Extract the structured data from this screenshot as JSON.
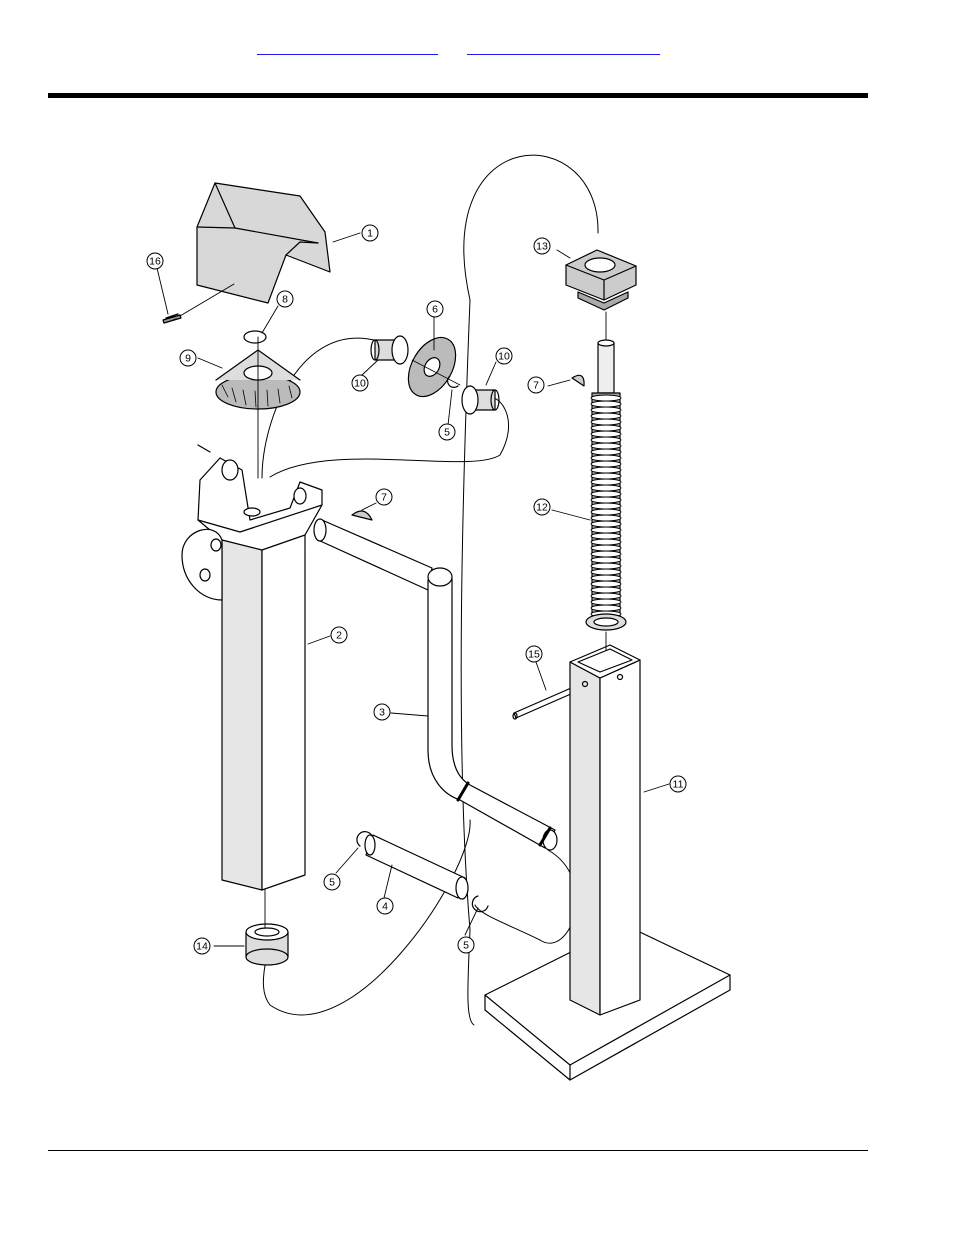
{
  "header": {
    "link_left": "",
    "link_right": ""
  },
  "diagram": {
    "callouts": [
      {
        "id": "callout-1",
        "label": "1"
      },
      {
        "id": "callout-16",
        "label": "16"
      },
      {
        "id": "callout-8",
        "label": "8"
      },
      {
        "id": "callout-9",
        "label": "9"
      },
      {
        "id": "callout-6",
        "label": "6"
      },
      {
        "id": "callout-10a",
        "label": "10"
      },
      {
        "id": "callout-10b",
        "label": "10"
      },
      {
        "id": "callout-5a",
        "label": "5"
      },
      {
        "id": "callout-13",
        "label": "13"
      },
      {
        "id": "callout-7a",
        "label": "7"
      },
      {
        "id": "callout-7b",
        "label": "7"
      },
      {
        "id": "callout-12",
        "label": "12"
      },
      {
        "id": "callout-2",
        "label": "2"
      },
      {
        "id": "callout-15",
        "label": "15"
      },
      {
        "id": "callout-3",
        "label": "3"
      },
      {
        "id": "callout-11",
        "label": "11"
      },
      {
        "id": "callout-5b",
        "label": "5"
      },
      {
        "id": "callout-4",
        "label": "4"
      },
      {
        "id": "callout-5c",
        "label": "5"
      },
      {
        "id": "callout-14",
        "label": "14"
      }
    ]
  }
}
